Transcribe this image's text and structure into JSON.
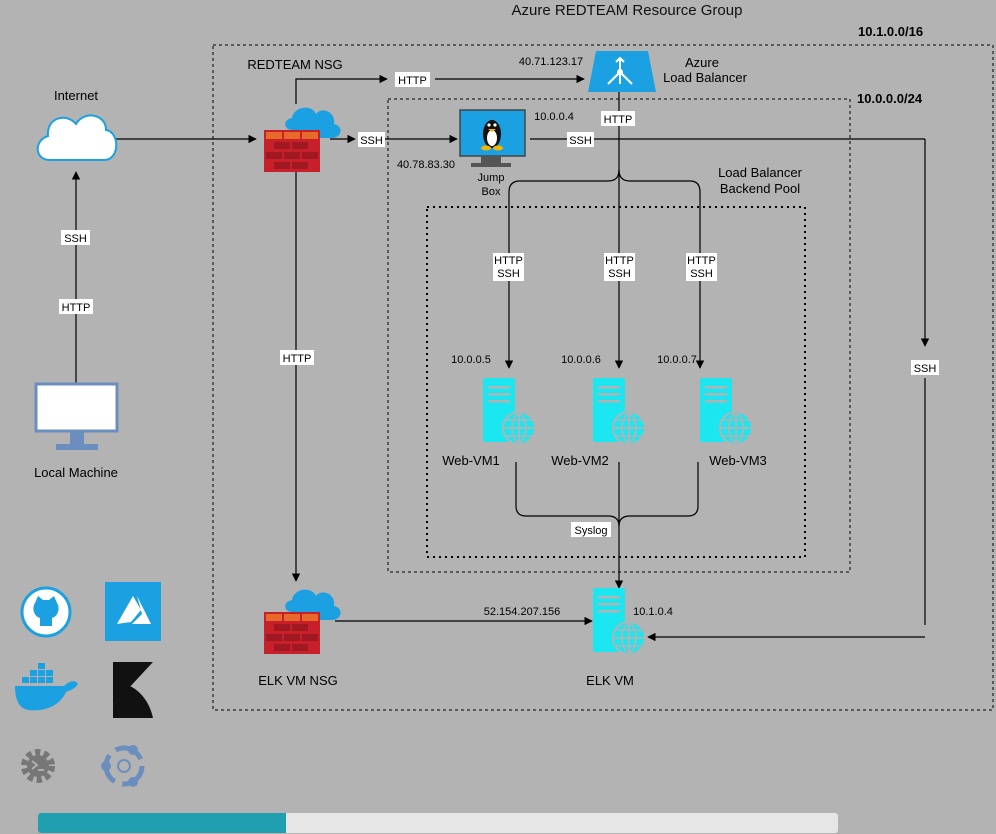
{
  "title": "Azure REDTEAM Resource Group",
  "vnet_cidr": "10.1.0.0/16",
  "subnet_cidr": "10.0.0.0/24",
  "nsg": {
    "redteam": "REDTEAM NSG",
    "elk": "ELK VM NSG"
  },
  "internet": "Internet",
  "local_machine": "Local Machine",
  "load_balancer": {
    "line1": "Azure",
    "line2": "Load Balancer",
    "public_ip": "40.71.123.17"
  },
  "jump_box": {
    "line1": "Jump",
    "line2": "Box",
    "ip": "10.0.0.4",
    "public_ip": "40.78.83.30"
  },
  "backend_pool": {
    "line1": "Load Balancer",
    "line2": "Backend Pool"
  },
  "web_vms": [
    {
      "name": "Web-VM1",
      "ip": "10.0.0.5"
    },
    {
      "name": "Web-VM2",
      "ip": "10.0.0.6"
    },
    {
      "name": "Web-VM3",
      "ip": "10.0.0.7"
    }
  ],
  "elk_vm": {
    "name": "ELK VM",
    "ip": "10.1.0.4",
    "public_ip": "52.154.207.156"
  },
  "protocols": {
    "http": "HTTP",
    "ssh": "SSH",
    "syslog": "Syslog"
  },
  "logos": [
    "github-icon",
    "azure-icon",
    "docker-icon",
    "kibana-icon",
    "ansible-gear-icon",
    "ubuntu-icon"
  ],
  "progress": 0.31,
  "colors": {
    "background": "#b3b3b3",
    "server": "#1ce6f0",
    "firewall": "#c8202a",
    "cloud": "#1ba1e2",
    "progress": "#1f9fb0"
  }
}
